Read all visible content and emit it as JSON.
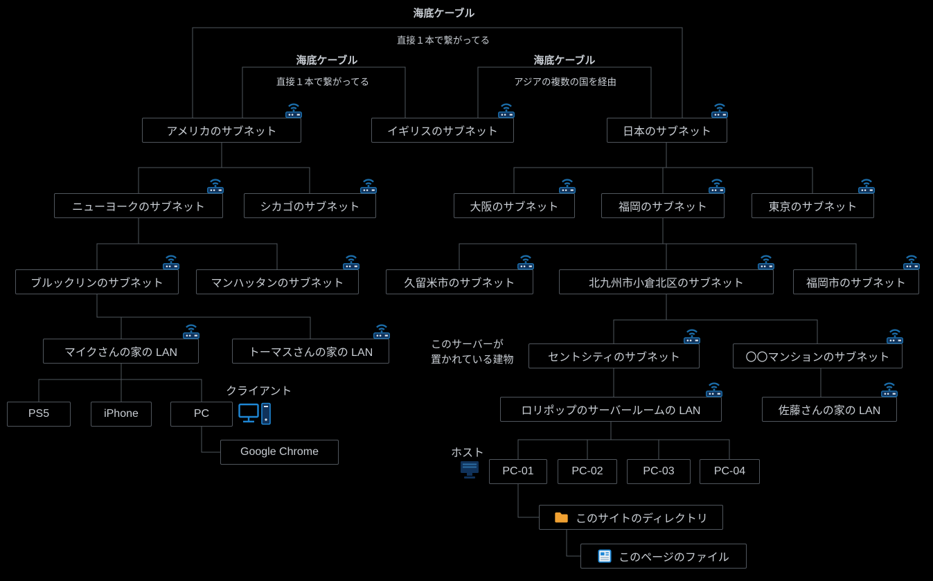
{
  "cables": {
    "top": {
      "title": "海底ケーブル",
      "note": "直接１本で繋がってる"
    },
    "left": {
      "title": "海底ケーブル",
      "note": "直接１本で繋がってる"
    },
    "right": {
      "title": "海底ケーブル",
      "note": "アジアの複数の国を経由"
    }
  },
  "annotations": {
    "client_label": "クライアント",
    "host_label": "ホスト",
    "server_building_line1": "このサーバーが",
    "server_building_line2": "置かれている建物"
  },
  "nodes": [
    {
      "id": "us",
      "label": "アメリカのサブネット",
      "icon": "router-icon"
    },
    {
      "id": "uk",
      "label": "イギリスのサブネット",
      "icon": "router-icon"
    },
    {
      "id": "jp",
      "label": "日本のサブネット",
      "icon": "router-icon"
    },
    {
      "id": "ny",
      "label": "ニューヨークのサブネット",
      "icon": "router-icon"
    },
    {
      "id": "chicago",
      "label": "シカゴのサブネット",
      "icon": "router-icon"
    },
    {
      "id": "osaka",
      "label": "大阪のサブネット",
      "icon": "router-icon"
    },
    {
      "id": "fukuoka",
      "label": "福岡のサブネット",
      "icon": "router-icon"
    },
    {
      "id": "tokyo",
      "label": "東京のサブネット",
      "icon": "router-icon"
    },
    {
      "id": "brooklyn",
      "label": "ブルックリンのサブネット",
      "icon": "router-icon"
    },
    {
      "id": "manhattan",
      "label": "マンハッタンのサブネット",
      "icon": "router-icon"
    },
    {
      "id": "kurume",
      "label": "久留米市のサブネット",
      "icon": "router-icon"
    },
    {
      "id": "kitakyushu",
      "label": "北九州市小倉北区のサブネット",
      "icon": "router-icon"
    },
    {
      "id": "fukuokashi",
      "label": "福岡市のサブネット",
      "icon": "router-icon"
    },
    {
      "id": "mike",
      "label": "マイクさんの家の LAN",
      "icon": "router-icon"
    },
    {
      "id": "thomas",
      "label": "トーマスさんの家の LAN",
      "icon": "router-icon"
    },
    {
      "id": "saintcity",
      "label": "セントシティのサブネット",
      "icon": "router-icon"
    },
    {
      "id": "mansion",
      "label": "〇〇マンションのサブネット",
      "icon": "router-icon"
    },
    {
      "id": "ps5",
      "label": "PS5"
    },
    {
      "id": "iphone",
      "label": "iPhone"
    },
    {
      "id": "pc",
      "label": "PC"
    },
    {
      "id": "lolipop",
      "label": "ロリポップのサーバールームの LAN",
      "icon": "router-icon"
    },
    {
      "id": "sato",
      "label": "佐藤さんの家の LAN",
      "icon": "router-icon"
    },
    {
      "id": "chrome",
      "label": "Google Chrome"
    },
    {
      "id": "pc01",
      "label": "PC-01"
    },
    {
      "id": "pc02",
      "label": "PC-02"
    },
    {
      "id": "pc03",
      "label": "PC-03"
    },
    {
      "id": "pc04",
      "label": "PC-04"
    },
    {
      "id": "directory",
      "label": "このサイトのディレクトリ",
      "icon": "folder-icon"
    },
    {
      "id": "file",
      "label": "このページのファイル",
      "icon": "file-icon"
    }
  ],
  "colors": {
    "background": "#000000",
    "box_border": "#51575e",
    "line": "#51575e",
    "text": "#c9ced4",
    "router_blue": "#1b6ca8",
    "router_navy": "#10325a",
    "client_blue": "#1e87d6",
    "folder_orange": "#f0a132",
    "file_blue": "#1e87d6"
  }
}
